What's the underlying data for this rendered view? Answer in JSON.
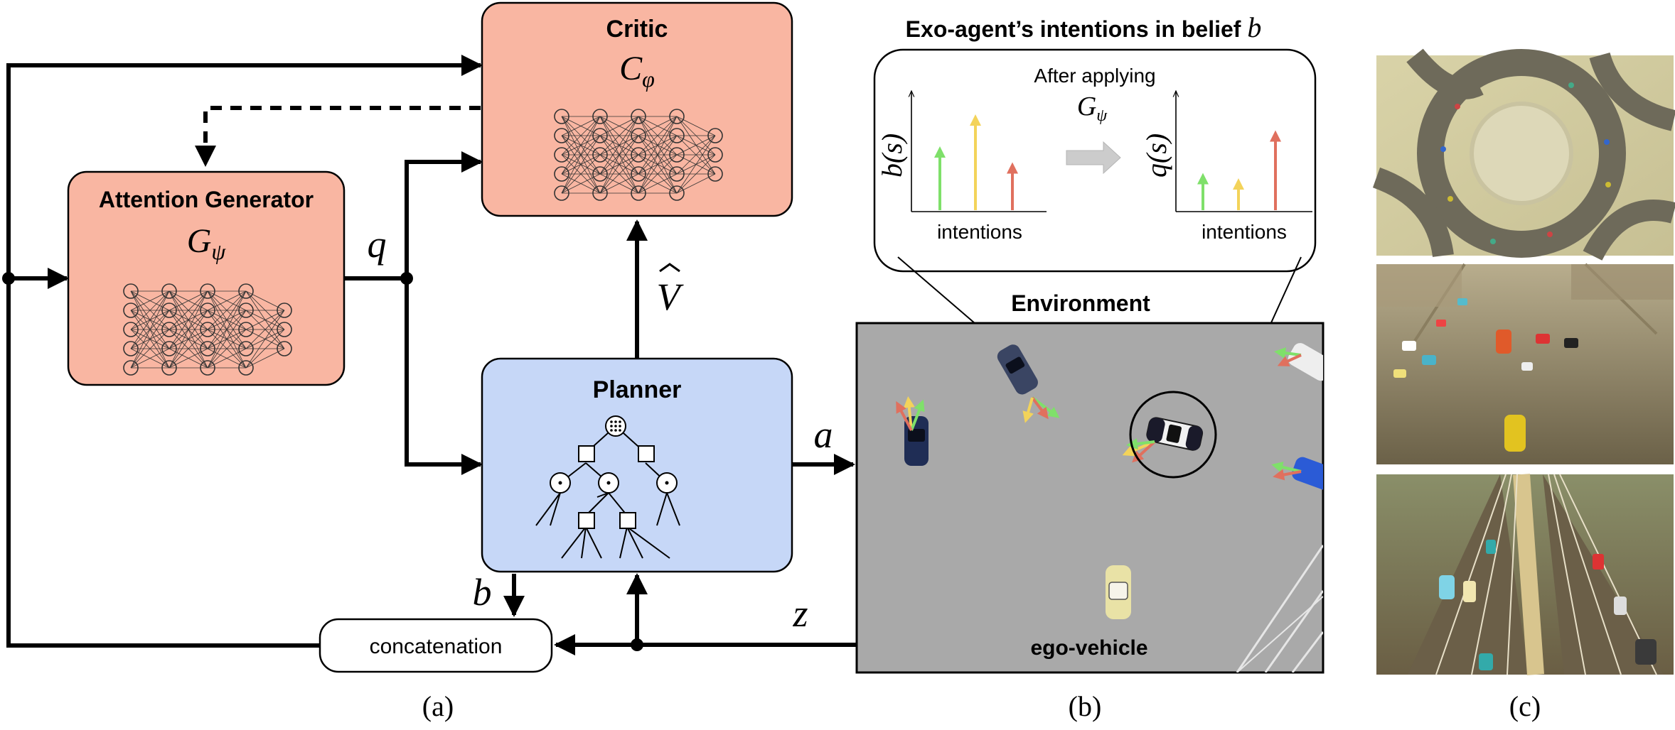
{
  "colors": {
    "critic_fill": "#f9b6a2",
    "attention_fill": "#f9b6a2",
    "planner_fill": "#c6d7f7",
    "environment_ground": "#a9a9a9",
    "intention_green": "#7fe06a",
    "intention_yellow": "#f3d35a",
    "intention_red": "#e0705e",
    "apply_arrow": "#c8c8c8"
  },
  "critic": {
    "title": "Critic",
    "symbol": "C",
    "sub": "φ"
  },
  "attention": {
    "title": "Attention Generator",
    "symbol": "G",
    "sub": "ψ"
  },
  "planner": {
    "title": "Planner"
  },
  "concat": {
    "label": "concatenation"
  },
  "signals": {
    "q": "q",
    "a": "a",
    "b": "b",
    "z": "z",
    "v": "V"
  },
  "belief": {
    "title": "Exo-agent’s intentions in belief",
    "title_var": "b",
    "after_applying": "After applying",
    "g_symbol": "G",
    "g_sub": "ψ",
    "left_ylabel": "b(s)",
    "right_ylabel": "q(s)",
    "xlabel_left": "intentions",
    "xlabel_right": "intentions",
    "left_values": [
      0.6,
      0.9,
      0.45
    ],
    "right_values": [
      0.35,
      0.3,
      0.75
    ]
  },
  "environment": {
    "title": "Environment",
    "ego_label": "ego-vehicle"
  },
  "panels": {
    "a": "(a)",
    "b": "(b)",
    "c": "(c)"
  },
  "scenes": [
    {
      "name": "roundabout-scene",
      "icon": "roundabout-thumbnail"
    },
    {
      "name": "intersection-scene",
      "icon": "intersection-thumbnail"
    },
    {
      "name": "highway-scene",
      "icon": "highway-thumbnail"
    }
  ]
}
